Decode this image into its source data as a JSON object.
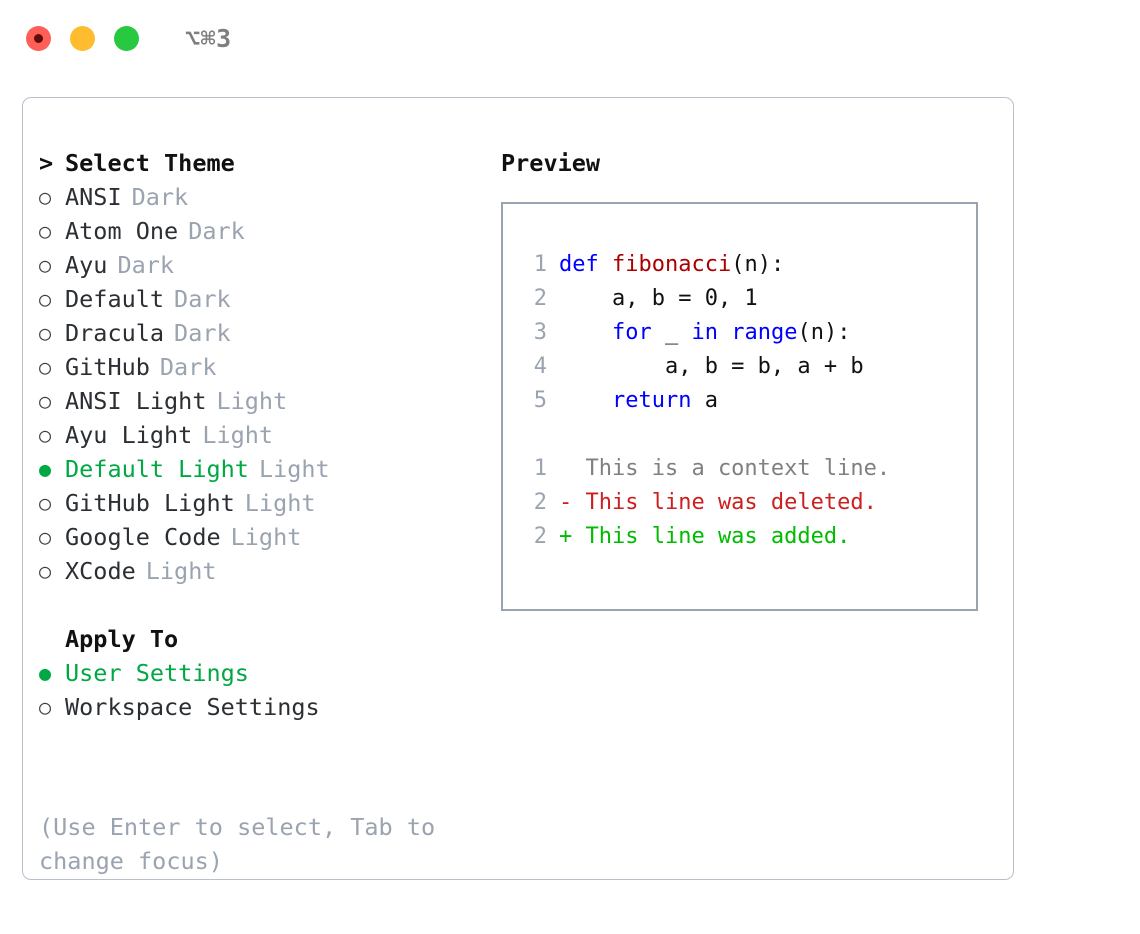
{
  "titlebar": {
    "shortcut_title": "⌥⌘3",
    "controls": [
      {
        "name": "close",
        "color": "#ff5f57"
      },
      {
        "name": "minimize",
        "color": "#febc2e"
      },
      {
        "name": "maximize",
        "color": "#28c840"
      }
    ]
  },
  "theme_picker": {
    "header_prefix": ">",
    "header": "Select Theme",
    "bullet_unselected": "○",
    "bullet_selected": "●",
    "items": [
      {
        "name": "ANSI",
        "tag": "Dark",
        "selected": false
      },
      {
        "name": "Atom One",
        "tag": "Dark",
        "selected": false
      },
      {
        "name": "Ayu",
        "tag": "Dark",
        "selected": false
      },
      {
        "name": "Default",
        "tag": "Dark",
        "selected": false
      },
      {
        "name": "Dracula",
        "tag": "Dark",
        "selected": false
      },
      {
        "name": "GitHub",
        "tag": "Dark",
        "selected": false
      },
      {
        "name": "ANSI Light",
        "tag": "Light",
        "selected": false
      },
      {
        "name": "Ayu Light",
        "tag": "Light",
        "selected": false
      },
      {
        "name": "Default Light",
        "tag": "Light",
        "selected": true
      },
      {
        "name": "GitHub Light",
        "tag": "Light",
        "selected": false
      },
      {
        "name": "Google Code",
        "tag": "Light",
        "selected": false
      },
      {
        "name": "XCode",
        "tag": "Light",
        "selected": false
      }
    ]
  },
  "apply_to": {
    "label": "Apply To",
    "items": [
      {
        "name": "User Settings",
        "selected": true
      },
      {
        "name": "Workspace Settings",
        "selected": false
      }
    ]
  },
  "hint": {
    "line1": "(Use Enter to select, Tab to",
    "line2": "change focus)"
  },
  "preview": {
    "title": "Preview",
    "code": [
      {
        "lineno": "1",
        "tokens": [
          {
            "t": "def ",
            "c": "kw"
          },
          {
            "t": "fibonacci",
            "c": "fn"
          },
          {
            "t": "(n):",
            "c": "pl"
          }
        ]
      },
      {
        "lineno": "2",
        "tokens": [
          {
            "t": "    a, b = 0, 1",
            "c": "pl"
          }
        ]
      },
      {
        "lineno": "3",
        "tokens": [
          {
            "t": "    ",
            "c": "pl"
          },
          {
            "t": "for",
            "c": "kw"
          },
          {
            "t": " _ ",
            "c": "pl"
          },
          {
            "t": "in",
            "c": "kw"
          },
          {
            "t": " ",
            "c": "pl"
          },
          {
            "t": "range",
            "c": "kw"
          },
          {
            "t": "(n):",
            "c": "pl"
          }
        ]
      },
      {
        "lineno": "4",
        "tokens": [
          {
            "t": "        a, b = b, a + b",
            "c": "pl"
          }
        ]
      },
      {
        "lineno": "5",
        "tokens": [
          {
            "t": "    ",
            "c": "pl"
          },
          {
            "t": "return",
            "c": "kw"
          },
          {
            "t": " a",
            "c": "pl"
          }
        ]
      }
    ],
    "diff": [
      {
        "lineno": "1",
        "marker": " ",
        "text": "  This is a context line.",
        "kind": "ctx"
      },
      {
        "lineno": "2",
        "marker": "-",
        "text": "- This line was deleted.",
        "kind": "del"
      },
      {
        "lineno": "2",
        "marker": "+",
        "text": "+ This line was added.",
        "kind": "add"
      }
    ]
  },
  "colors": {
    "accent_green": "#00a843",
    "muted": "#9aa3b0",
    "keyword_blue": "#0000ff",
    "function_red": "#aa0000",
    "diff_deleted": "#cc1f1f",
    "diff_added": "#00bb00",
    "border": "#b9c0ca"
  }
}
